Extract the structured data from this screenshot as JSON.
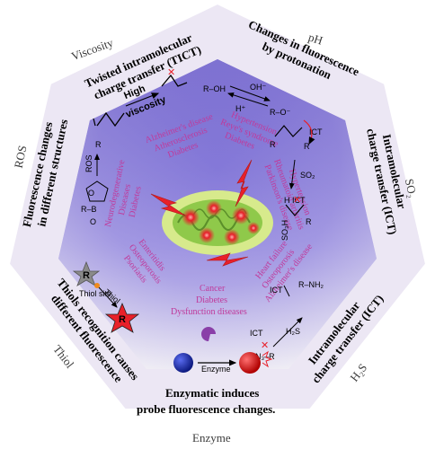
{
  "outer_labels": {
    "viscosity": "Viscosity",
    "ph": "pH",
    "so2": "SO₂",
    "h2s": "H₂S",
    "enzyme": "Enzyme",
    "thiol": "Thiol",
    "ros": "ROS"
  },
  "headings": {
    "tict": [
      "Twisted intramolecular",
      "charge transfer (TICT)"
    ],
    "ph": [
      "Changes in fluorescence",
      "by protonation"
    ],
    "so2_ict": [
      "Intramolecular",
      "charge transfer (ICT)"
    ],
    "h2s_ict": [
      "Intramolecular",
      "charge transfer (ICT)"
    ],
    "enzyme": [
      "Enzymatic induces",
      "probe fluorescence changes."
    ],
    "thiol": [
      "Thiols recognition causes",
      "different fluorescence"
    ],
    "ros": [
      "Fluorescence changes",
      "in different structures"
    ]
  },
  "diseases": {
    "viscosity": [
      "Alzheimer's disease",
      "Atherosclerosis",
      "Diabetes"
    ],
    "ph": [
      "Hypertension",
      "Reye's syndrome",
      "Diabetes"
    ],
    "so2": [
      "Hypertension",
      "Rheumatoid arthritis",
      "Parkinson's disease"
    ],
    "h2s": [
      "Heart failure",
      "Osteoporosis",
      "Alzheimer's disease"
    ],
    "enzyme": [
      "Cancer",
      "Diabetes",
      "Dysfunction diseases"
    ],
    "thiol": [
      "Enteritidis",
      "Osteoporosis",
      "Psoriasis"
    ],
    "ros": [
      "Neurodegenerative",
      "Diseases",
      "Diabetes"
    ]
  },
  "chem_labels": {
    "high_viscosity": [
      "High",
      "viscosity"
    ],
    "roh": "R–OH",
    "oh_minus": "OH⁻",
    "h_plus": "H⁺",
    "ro_minus": "R–O⁻",
    "ict": "ICT",
    "r": "R",
    "so2": "SO₂",
    "hict": "H ICT",
    "so3h": "SO₃H",
    "r_nh2": "R–NH₂",
    "n3_r": "N₃–R",
    "h2s": "H₂S",
    "enzyme": "Enzyme",
    "thiol_site": "Thiol site",
    "thiol": "Thiol",
    "ros": "ROS",
    "boronate": [
      "O",
      "R–B",
      "O"
    ]
  },
  "colors": {
    "heptagon_fill": "#ece7f4",
    "inner_top": "#5d4cc2",
    "inner_bottom": "#e9e6f0",
    "mito_outer": "#d7ea8c",
    "mito_inner": "#8fc94a",
    "hotspot": "#e8202a",
    "pink_text": "#c0399a",
    "enzyme_blue": "#1b2ea8",
    "enzyme_red": "#e31b1b",
    "enzyme_purple": "#8a3fa8"
  }
}
